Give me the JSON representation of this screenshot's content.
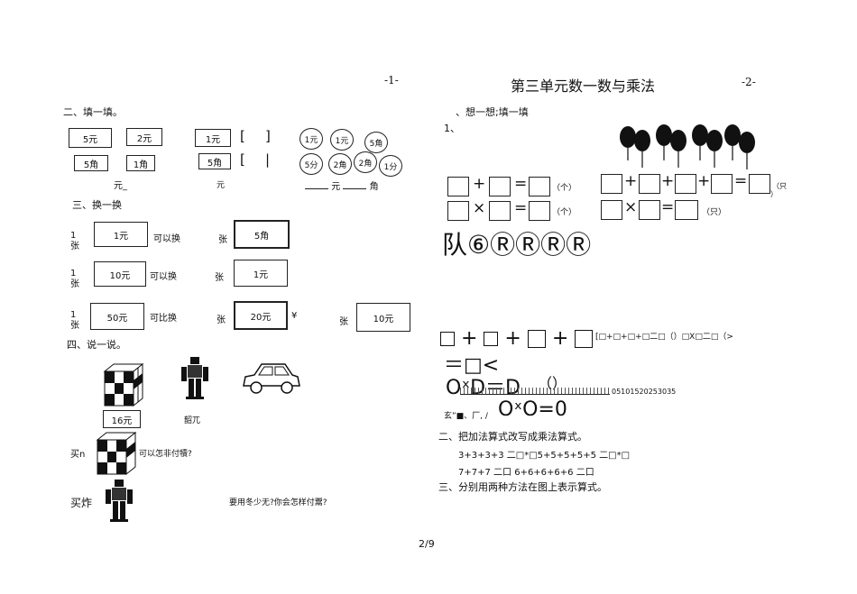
{
  "header": {
    "left_page_number": "-1-",
    "title": "第三单元数一数与乘法",
    "right_page_number": "-2-"
  },
  "left": {
    "s2_heading": "二、填一填。",
    "money_boxes": [
      "5元",
      "2元",
      "5角",
      "1角",
      "1元",
      "5角"
    ],
    "brackets": [
      "[",
      "]",
      "[",
      "|"
    ],
    "coins": [
      "1元",
      "1元",
      "5角",
      "5分",
      "2角",
      "2角",
      "1分"
    ],
    "unit_yuan_1": "元_",
    "unit_yuan_2": "元",
    "fill_yuan": "元",
    "fill_jiao": "角",
    "s3_heading": "三、换一换",
    "exchange_rows": [
      {
        "count": "1",
        "zhang": "张",
        "note": "1元",
        "verb": "可以换",
        "zhang2": "张",
        "result": "5角"
      },
      {
        "count": "1",
        "zhang": "张",
        "note": "10元",
        "verb": "可以换",
        "zhang2": "张",
        "result": "1元"
      },
      {
        "count": "1",
        "zhang": "张",
        "note": "50元",
        "verb": "可比换",
        "zhang2": "张",
        "result": "20元",
        "extra_mark": "¥",
        "zhang3": "张",
        "result2": "10元"
      }
    ],
    "s4_heading": "四、说一说。",
    "price_cube": "16元",
    "price_robot": "韶兀",
    "buy_line_prefix": "买n",
    "buy_line_text": "可以怎非付犢?",
    "buy2_prefix": "买炸",
    "buy2_text": "要用冬少无?你会怎样付鬻?"
  },
  "right": {
    "s1_heading": "、想一想;填一填",
    "s1_number": "1、",
    "unit_ge": "（个）",
    "unit_zhi": "（只）",
    "unit_zhi_small": "（只",
    "unit_zhi_small_close": "）",
    "garbled_line": "队⑥ⓇⓇⓇⓇ",
    "small_equation_text": "[□+□+□+□二□（）□X□二□（>",
    "big_line_2": "＝□<",
    "big_line_3_left": "OˣD＝D",
    "big_line_3_small": "（）",
    "digit_string": "05101520253035",
    "garbled_small": "玄”■、厂, /",
    "big_line_4": "OˣO=0",
    "sII_heading": "二、把加法算式改写成乘法算式。",
    "sII_line1": "3+3+3+3 二□*□5+5+5+5+5 二□*□",
    "sII_line2": "7+7+7 二口 6+6+6+6+6 二口",
    "sIII_heading": "三、分别用两种方法在图上表示算式。"
  },
  "footer": {
    "page_indicator": "2/9"
  }
}
